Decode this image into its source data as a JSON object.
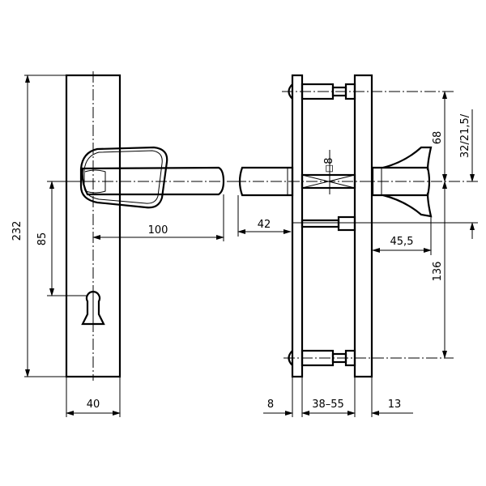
{
  "drawing": {
    "front_view": {
      "height": "232",
      "handle_height": "85",
      "handle_length": "100",
      "plate_width": "40"
    },
    "side_view": {
      "spindle_square": "8",
      "spindle_symbol": "◻",
      "spindle_projection": "42",
      "knob_depth": "45,5",
      "top_to_center": "68",
      "center_to_bottom": "136",
      "cylinder_offset": "32/21,5/",
      "plate_thickness": "8",
      "door_thickness": "38–55",
      "inner_plate": "13"
    }
  }
}
